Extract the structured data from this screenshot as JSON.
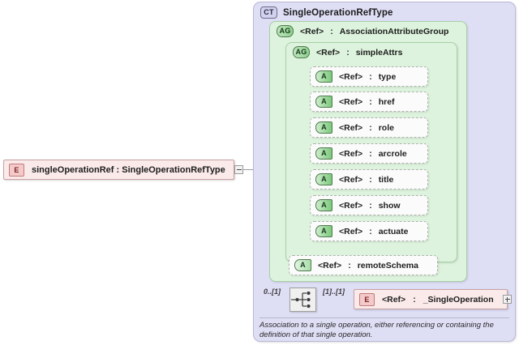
{
  "diagram": {
    "kind": "xml-schema-diagram",
    "root_element": {
      "icon": "element-icon",
      "badge": "E",
      "label": "singleOperationRef : SingleOperationRefType",
      "toggle": "minus"
    },
    "complex_type": {
      "badge": "CT",
      "title": "SingleOperationRefType"
    },
    "attribute_groups": [
      {
        "badge": "AG",
        "name": "<Ref>",
        "separator": ":",
        "type": "AssociationAttributeGroup"
      },
      {
        "badge": "AG",
        "name": "<Ref>",
        "separator": ":",
        "type": "simpleAttrs"
      }
    ],
    "attributes": [
      {
        "badge": "A",
        "name": "<Ref>",
        "separator": ":",
        "type": "type"
      },
      {
        "badge": "A",
        "name": "<Ref>",
        "separator": ":",
        "type": "href"
      },
      {
        "badge": "A",
        "name": "<Ref>",
        "separator": ":",
        "type": "role"
      },
      {
        "badge": "A",
        "name": "<Ref>",
        "separator": ":",
        "type": "arcrole"
      },
      {
        "badge": "A",
        "name": "<Ref>",
        "separator": ":",
        "type": "title"
      },
      {
        "badge": "A",
        "name": "<Ref>",
        "separator": ":",
        "type": "show"
      },
      {
        "badge": "A",
        "name": "<Ref>",
        "separator": ":",
        "type": "actuate"
      }
    ],
    "standalone_attribute": {
      "badge": "A",
      "name": "<Ref>",
      "separator": ":",
      "type": "remoteSchema"
    },
    "sequence": {
      "icon": "sequence-compositor-icon",
      "cardinality_left": "0..[1]",
      "cardinality_right": "[1]..[1]"
    },
    "child_element": {
      "badge": "E",
      "name": "<Ref>",
      "separator": ":",
      "type": "_SingleOperation",
      "toggle": "plus"
    },
    "annotation": "Association to a single operation, either referencing or containing the definition of that single operation.",
    "colors": {
      "complex_type_fill": "#dedef5",
      "attribute_group_fill": "#ddf3dd",
      "element_fill": "#fbeaea",
      "attribute_fill": "#fbfbfb",
      "connector_line": "#9a9aaa"
    }
  }
}
